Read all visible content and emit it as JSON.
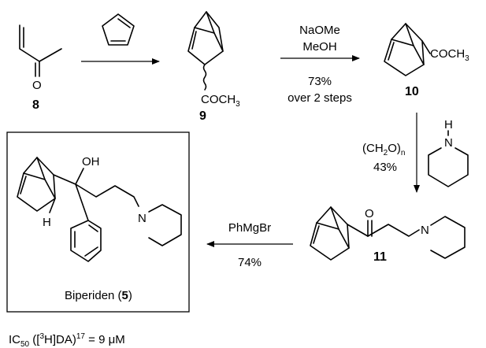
{
  "compounds": {
    "c8": {
      "label": "8",
      "atom_o": "O"
    },
    "c9": {
      "label": "9",
      "substituent": "COCH",
      "substituent_sub": "3"
    },
    "c10": {
      "label": "10",
      "substituent": "COCH",
      "substituent_sub": "3"
    },
    "c11": {
      "label": "11",
      "atom_o": "O",
      "atom_n": "N"
    },
    "c5": {
      "name": "Biperiden (",
      "label": "5",
      "name_end": ")",
      "atom_oh": "OH",
      "atom_h": "H",
      "atom_n": "N"
    }
  },
  "reagents": {
    "step1": {
      "line1": "NaOMe",
      "line2": "MeOH",
      "yield": "73%",
      "note": "over 2 steps"
    },
    "step2": {
      "line1_pre": "(CH",
      "line1_sub": "2",
      "line1_post": "O)",
      "line1_sub2": "n",
      "yield": "43%",
      "piperidine_n": "N",
      "piperidine_h": "H"
    },
    "step3": {
      "reagent": "PhMgBr",
      "yield": "74%"
    }
  },
  "footer": {
    "ic": "IC",
    "ic_sub": "50",
    "open": " ([",
    "sup3": "3",
    "mid": "H]DA)",
    "sup17": "17",
    "value": " = 9 μM"
  }
}
